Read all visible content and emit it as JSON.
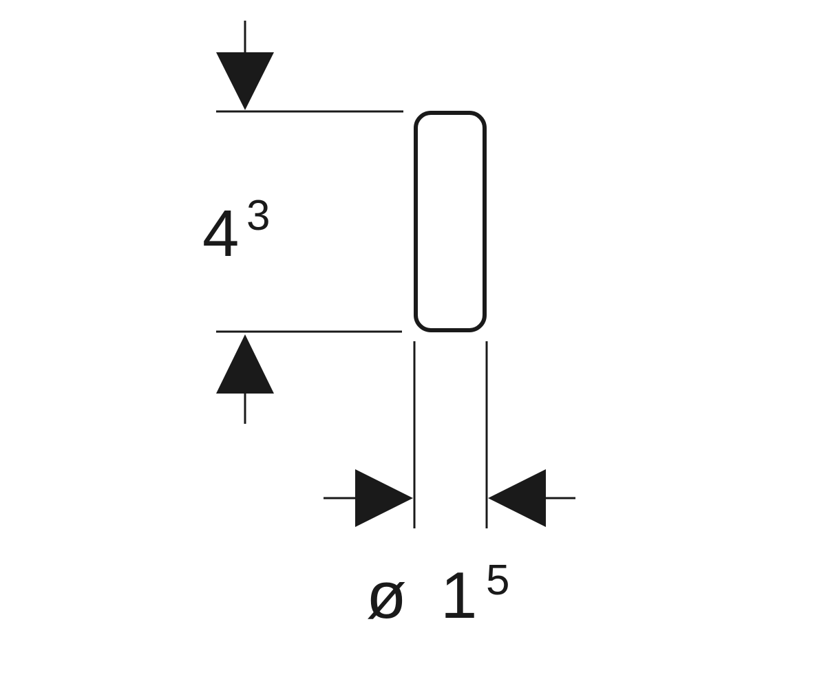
{
  "height_dimension": {
    "base": "4",
    "superscript": "3"
  },
  "diameter_dimension": {
    "symbol": "ø",
    "base": "1",
    "superscript": "5"
  },
  "colors": {
    "line": "#1a1a1a",
    "background": "#ffffff"
  }
}
